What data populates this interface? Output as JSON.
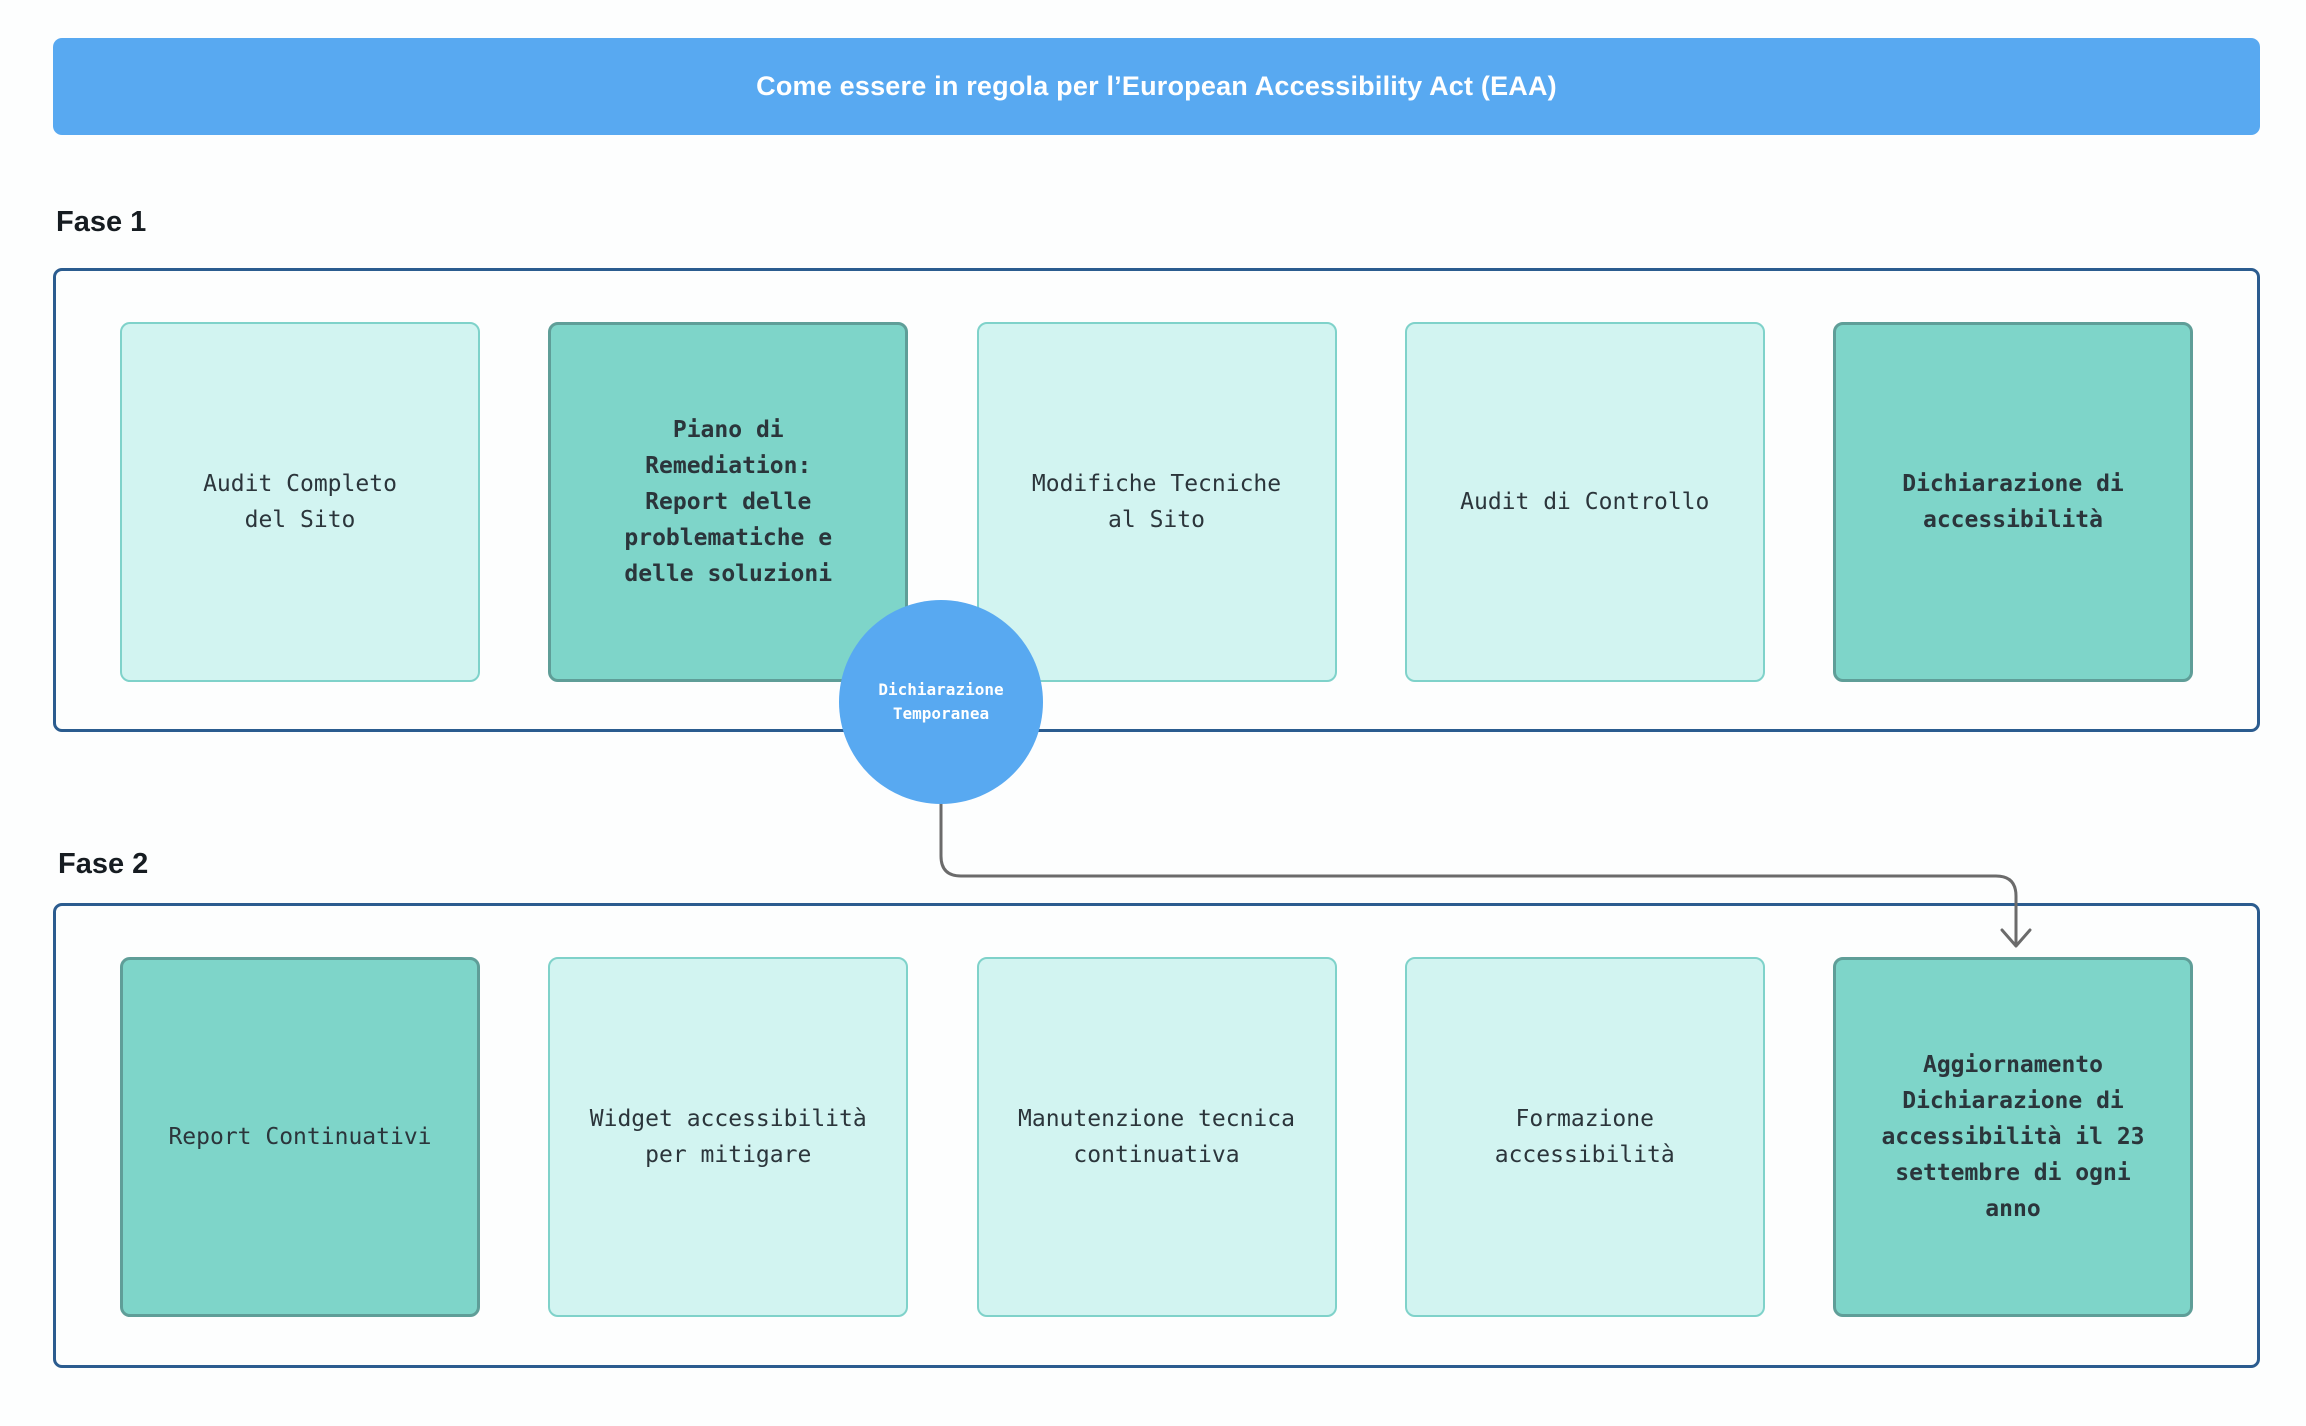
{
  "title": "Come essere in regola per l’European Accessibility Act (EAA)",
  "colors": {
    "banner_bg": "#58a9f1",
    "banner_text": "#ffffff",
    "container_border": "#2b5c8f",
    "light_box_bg": "#d2f4f1",
    "light_box_border": "#7fd2ca",
    "dark_box_bg": "#7ed5c9",
    "dark_box_border": "#5f9e98",
    "box_text": "#2b353b",
    "circle_bg": "#58a9f1",
    "circle_text": "#ffffff",
    "arrow": "#6b6b6b"
  },
  "phases": [
    {
      "label": "Fase 1",
      "steps": [
        {
          "lines": [
            "Audit Completo",
            "del Sito"
          ],
          "variant": "light",
          "bold": false
        },
        {
          "lines": [
            "Piano di",
            "Remediation:",
            "Report delle",
            "problematiche e",
            "delle soluzioni"
          ],
          "variant": "dark",
          "bold": true
        },
        {
          "lines": [
            "Modifiche Tecniche",
            "al Sito"
          ],
          "variant": "light",
          "bold": false
        },
        {
          "lines": [
            "Audit di Controllo"
          ],
          "variant": "light",
          "bold": false
        },
        {
          "lines": [
            "Dichiarazione di",
            "accessibilità"
          ],
          "variant": "dark",
          "bold": true
        }
      ]
    },
    {
      "label": "Fase 2",
      "steps": [
        {
          "lines": [
            "Report Continuativi"
          ],
          "variant": "dark",
          "bold": false
        },
        {
          "lines": [
            "Widget accessibilità",
            "per mitigare"
          ],
          "variant": "light",
          "bold": false
        },
        {
          "lines": [
            "Manutenzione tecnica",
            "continuativa"
          ],
          "variant": "light",
          "bold": false
        },
        {
          "lines": [
            "Formazione",
            "accessibilità"
          ],
          "variant": "light",
          "bold": false
        },
        {
          "lines": [
            "Aggiornamento",
            "Dichiarazione di",
            "accessibilità il 23",
            "settembre di ogni",
            "anno"
          ],
          "variant": "dark",
          "bold": true
        }
      ]
    }
  ],
  "connector": {
    "label_lines": [
      "Dichiarazione",
      "Temporanea"
    ]
  }
}
